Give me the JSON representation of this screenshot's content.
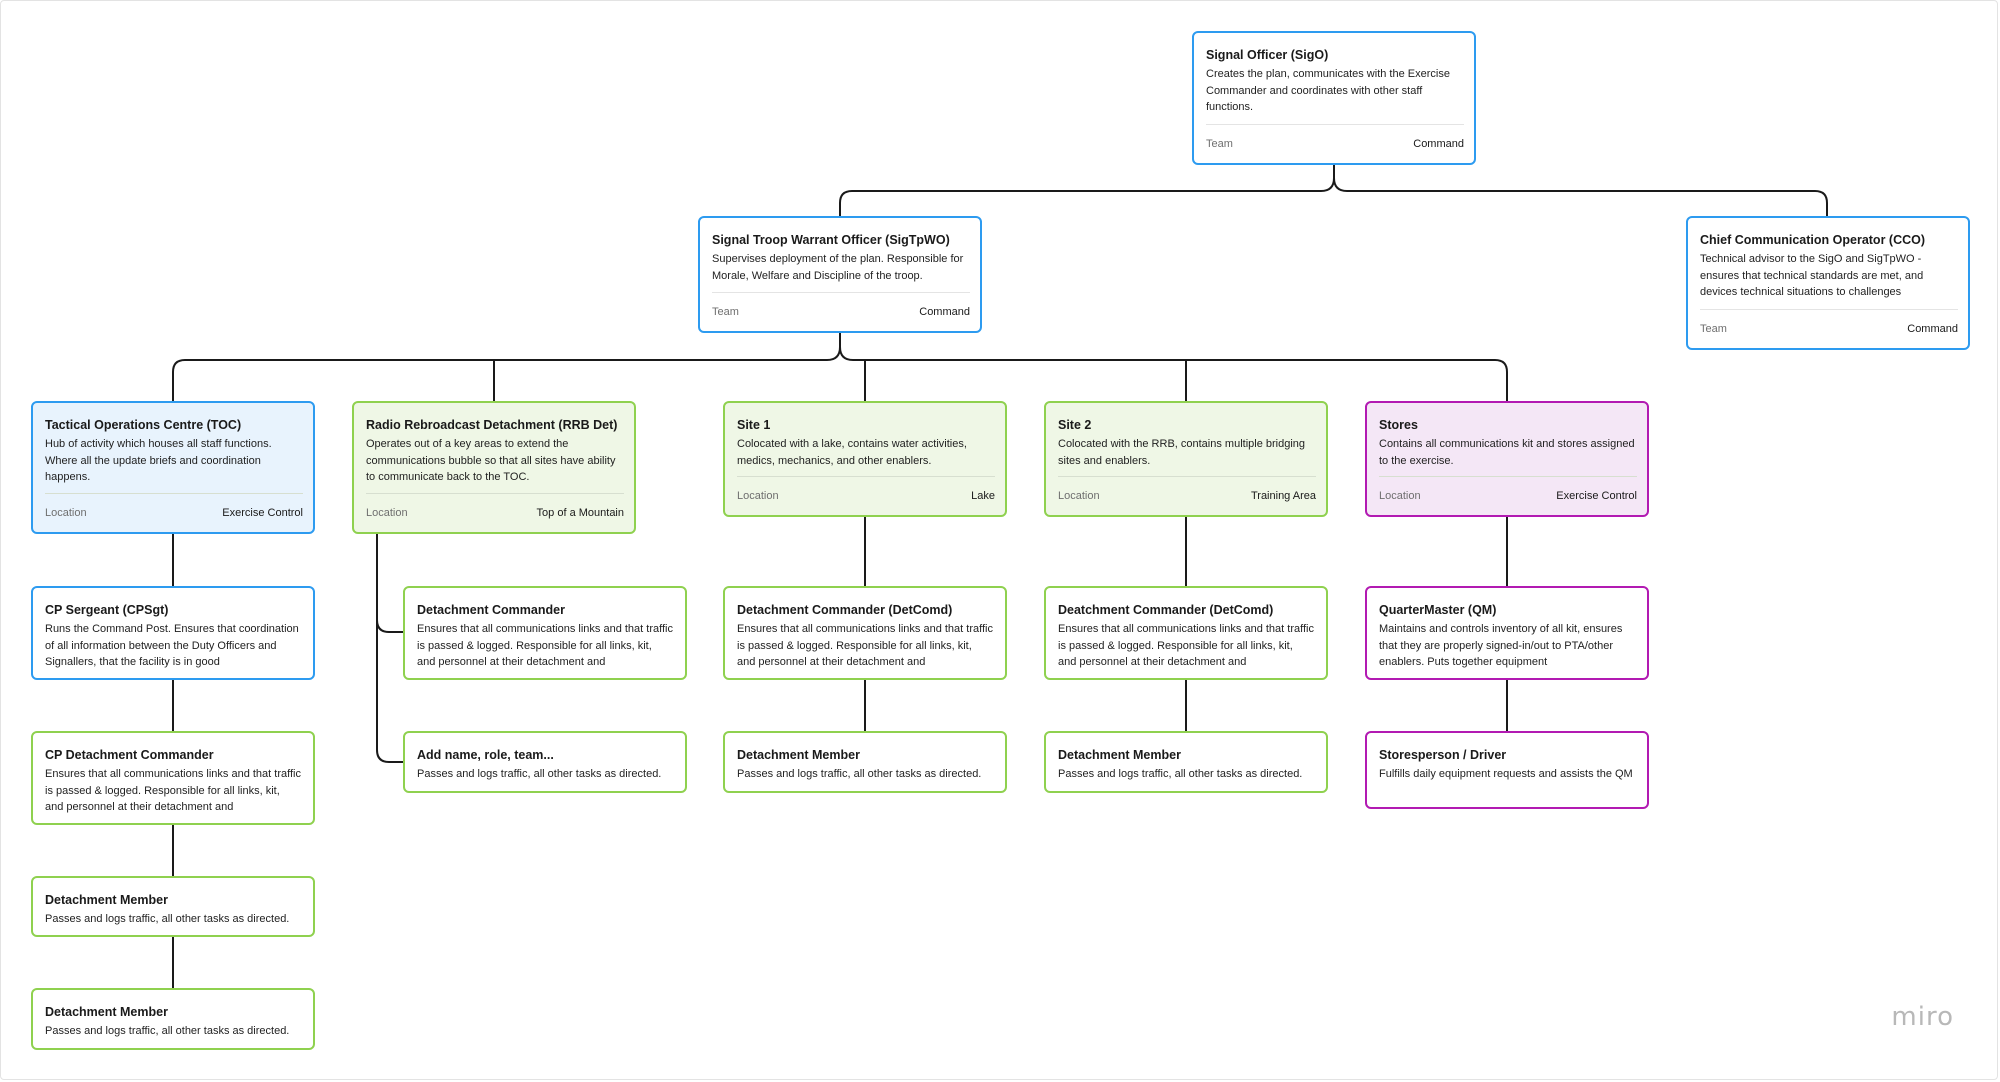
{
  "nodes": {
    "sigo": {
      "title": "Signal Officer (SigO)",
      "desc": "Creates the plan, communicates with the Exercise Commander and coordinates with other staff functions.",
      "meta_key": "Team",
      "meta_value": "Command"
    },
    "sigtpwo": {
      "title": "Signal Troop Warrant Officer (SigTpWO)",
      "desc": "Supervises deployment of the plan. Responsible for Morale, Welfare and Discipline of the troop.",
      "meta_key": "Team",
      "meta_value": "Command"
    },
    "cco": {
      "title": "Chief Communication Operator (CCO)",
      "desc": "Technical advisor to the SigO and SigTpWO - ensures that technical standards are met, and devices technical situations to challenges",
      "meta_key": "Team",
      "meta_value": "Command"
    },
    "toc": {
      "title": "Tactical Operations Centre (TOC)",
      "desc": "Hub of activity which houses all staff functions. Where all the update briefs and coordination happens.",
      "meta_key": "Location",
      "meta_value": "Exercise Control"
    },
    "rrb": {
      "title": "Radio Rebroadcast Detachment (RRB Det)",
      "desc": "Operates out of a key areas to extend the communications bubble so that all sites have ability to communicate back to the TOC.",
      "meta_key": "Location",
      "meta_value": "Top of a Mountain"
    },
    "site1": {
      "title": "Site 1",
      "desc": "Colocated with a lake, contains water activities, medics, mechanics, and other enablers.",
      "meta_key": "Location",
      "meta_value": "Lake"
    },
    "site2": {
      "title": "Site 2",
      "desc": "Colocated with the RRB, contains multiple bridging sites and enablers.",
      "meta_key": "Location",
      "meta_value": "Training Area"
    },
    "stores": {
      "title": "Stores",
      "desc": "Contains all communications kit and stores assigned to the exercise.",
      "meta_key": "Location",
      "meta_value": "Exercise Control"
    },
    "cpsgt": {
      "title": "CP Sergeant (CPSgt)",
      "desc": "Runs the Command Post. Ensures that coordination of all information between the Duty Officers and Signallers,  that the facility is in good"
    },
    "cpdetcomd": {
      "title": "CP Detachment Commander",
      "desc": "Ensures that all communications links and that traffic is passed & logged. Responsible for all links, kit, and personnel at their detachment and"
    },
    "toc_member1": {
      "title": "Detachment Member",
      "desc": "Passes and logs traffic, all other tasks as directed."
    },
    "toc_member2": {
      "title": "Detachment Member",
      "desc": "Passes and logs traffic, all other tasks as directed."
    },
    "rrb_detcomd": {
      "title": "Detachment Commander",
      "desc": "Ensures that all communications links and that traffic is passed & logged. Responsible for all links, kit, and personnel at their detachment and"
    },
    "rrb_placeholder": {
      "title": "Add name, role, team...",
      "desc": "Passes and logs traffic, all other tasks as directed."
    },
    "site1_detcomd": {
      "title": "Detachment Commander (DetComd)",
      "desc": "Ensures that all communications links and that traffic is passed & logged. Responsible for all links, kit, and personnel at their detachment and"
    },
    "site1_member": {
      "title": "Detachment Member",
      "desc": "Passes and logs traffic, all other tasks as directed."
    },
    "site2_detcomd": {
      "title": "Deatchment Commander (DetComd)",
      "desc": "Ensures that all communications links and that traffic is passed & logged. Responsible for all links, kit, and personnel at their detachment and"
    },
    "site2_member": {
      "title": "Detachment Member",
      "desc": "Passes and logs traffic, all other tasks as directed."
    },
    "qm": {
      "title": "QuarterMaster (QM)",
      "desc": "Maintains and controls inventory of all kit, ensures that they are properly signed-in/out to PTA/other enablers. Puts  together equipment"
    },
    "storesperson": {
      "title": "Storesperson / Driver",
      "desc": "Fulfills daily equipment requests and assists the QM"
    }
  },
  "colors": {
    "blue": "#2d9bf0",
    "green": "#8fd14f",
    "purple": "#b21ab2",
    "connector": "#1a1a1a"
  },
  "brand": {
    "logo": "miro"
  }
}
